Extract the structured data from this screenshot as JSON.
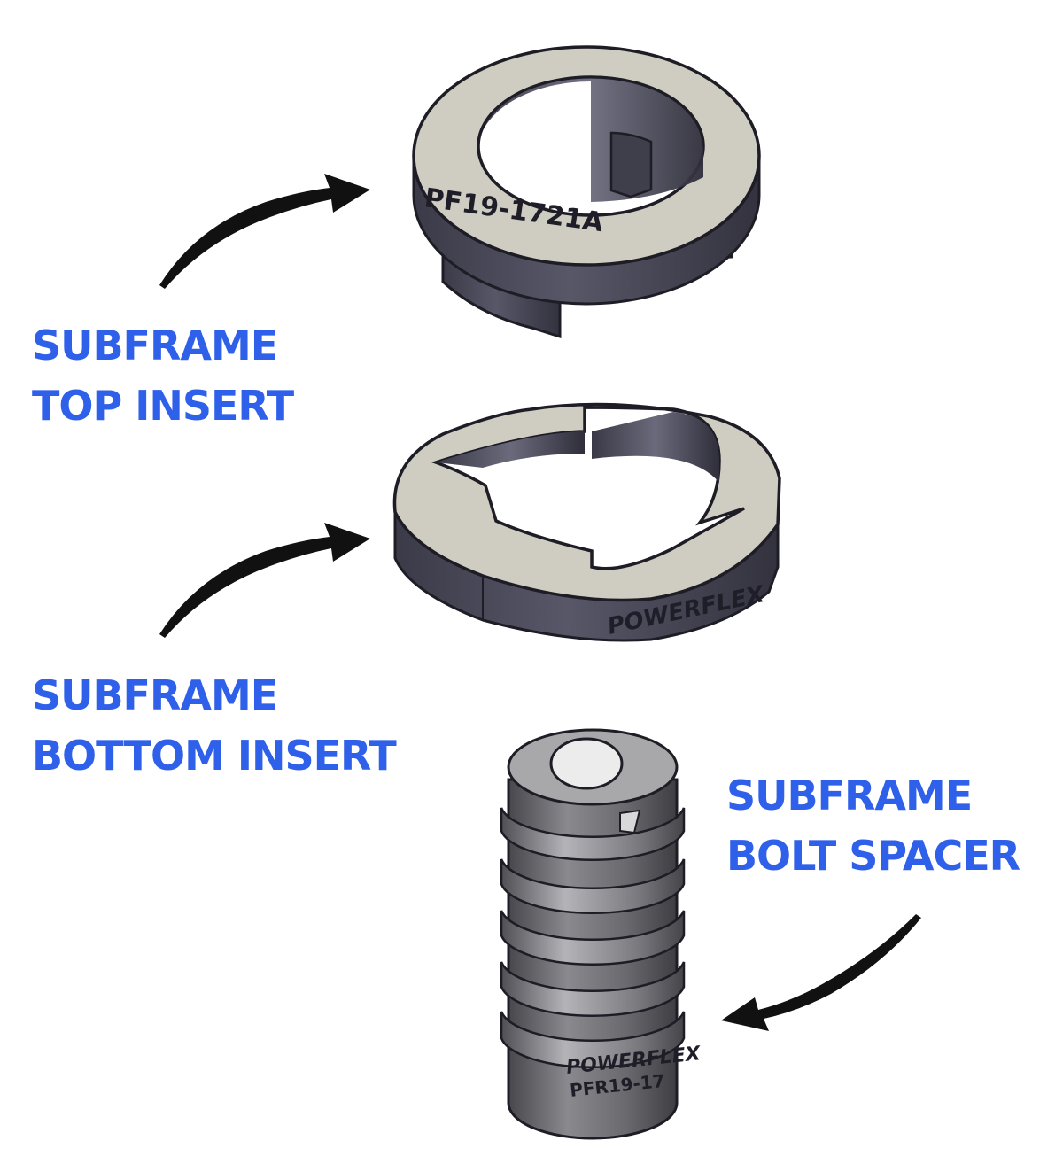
{
  "colors": {
    "label": "#2f60ea",
    "arrow": "#111111",
    "face": "#cfccc1",
    "face_dark": "#bfbcb0",
    "side": "#4d4c5c",
    "side_dark": "#33323e",
    "bore": "#5d5c6e",
    "spacer": "#5f5f63",
    "spacer_light": "#8e8e92",
    "spacer_top": "#a8a8aa"
  },
  "labels": {
    "top_insert": {
      "line1": "SUBFRAME",
      "line2": "TOP INSERT"
    },
    "bottom_insert": {
      "line1": "SUBFRAME",
      "line2": "BOTTOM INSERT"
    },
    "bolt_spacer": {
      "line1": "SUBFRAME",
      "line2": "BOLT SPACER"
    }
  },
  "part_markings": {
    "top_insert": "PF19-1721A",
    "bottom_insert": "POWERFLEX",
    "bolt_spacer_brand": "POWERFLEX",
    "bolt_spacer_code": "PFR19-17"
  }
}
